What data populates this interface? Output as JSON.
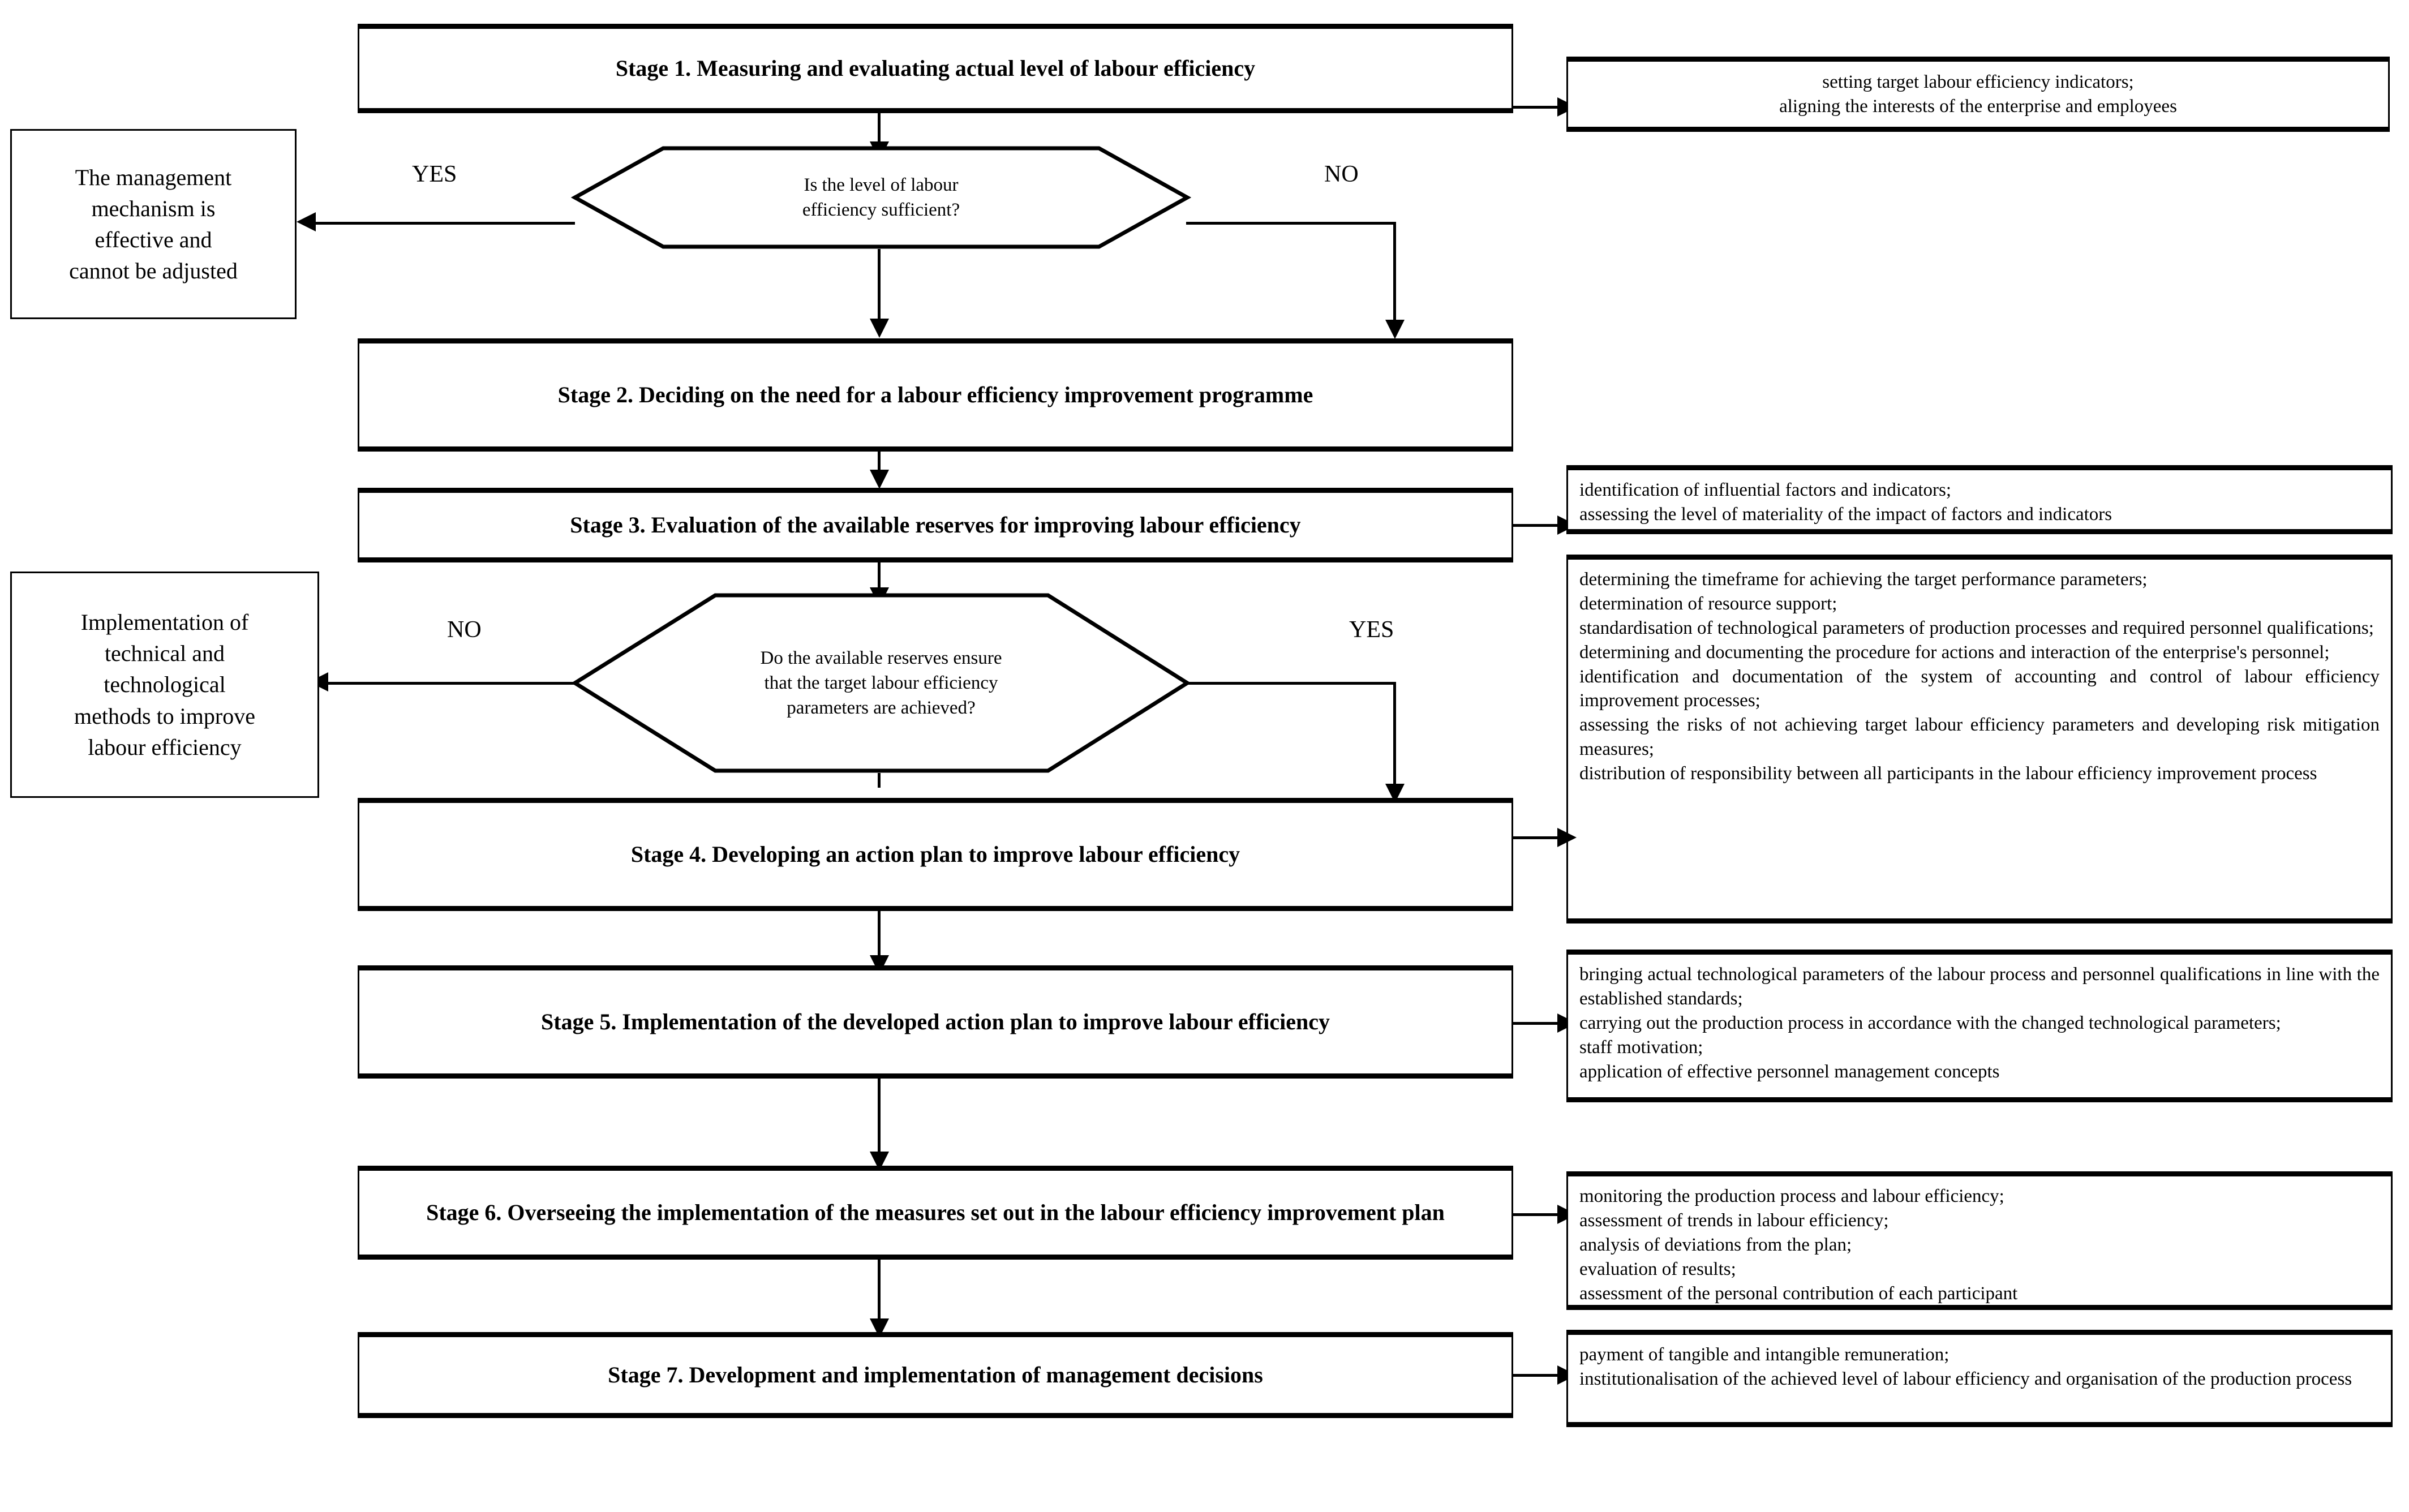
{
  "stages": [
    {
      "id": "stage-1",
      "label": "Stage 1. Measuring and evaluating actual level of labour efficiency"
    },
    {
      "id": "stage-2",
      "label": "Stage 2. Deciding on the need for a labour efficiency improvement programme"
    },
    {
      "id": "stage-3",
      "label": "Stage 3. Evaluation of the available reserves for improving labour efficiency"
    },
    {
      "id": "stage-4",
      "label": "Stage 4. Developing an action plan to improve labour efficiency"
    },
    {
      "id": "stage-5",
      "label": "Stage 5. Implementation of the developed action plan to improve labour efficiency"
    },
    {
      "id": "stage-6",
      "label": "Stage 6. Overseeing the implementation of the measures set out in the labour efficiency improvement plan"
    },
    {
      "id": "stage-7",
      "label": "Stage 7. Development and implementation of management decisions"
    }
  ],
  "decisions": [
    {
      "id": "decision-1",
      "line1": "Is the level of labour",
      "line2": "efficiency sufficient?",
      "line3": "",
      "yes_label": "YES",
      "no_label": "NO"
    },
    {
      "id": "decision-2",
      "line1": "Do the available reserves ensure",
      "line2": "that the target labour efficiency",
      "line3": "parameters are achieved?",
      "yes_label": "YES",
      "no_label": "NO"
    }
  ],
  "side_outcomes": [
    {
      "id": "outcome-effective",
      "line1": "The management",
      "line2": "mechanism is",
      "line3": "effective and",
      "line4": "cannot be adjusted"
    },
    {
      "id": "outcome-implementation",
      "line1": "Implementation of",
      "line2": "technical and",
      "line3": "technological",
      "line4": "methods to improve",
      "line5": "labour efficiency"
    }
  ],
  "notes": [
    {
      "id": "note-stage-1",
      "align": "center",
      "lines": [
        "setting target labour efficiency indicators;",
        "aligning the interests of the enterprise and employees"
      ]
    },
    {
      "id": "note-stage-3",
      "align": "left",
      "lines": [
        "identification of influential factors and indicators;",
        " assessing the level of materiality of the impact of factors and indicators"
      ]
    },
    {
      "id": "note-stage-4",
      "align": "justify",
      "lines": [
        "determining the timeframe for achieving the target performance parameters;",
        "determination of resource support;",
        "standardisation of technological parameters of production processes and required personnel qualifications;",
        "determining and documenting the procedure for actions and interaction of the enterprise's personnel;",
        "identification and documentation of the system of accounting and control of labour efficiency improvement processes;",
        "assessing the risks of not achieving target labour efficiency parameters and developing risk mitigation measures;",
        "distribution of responsibility between all participants in the labour efficiency improvement process"
      ]
    },
    {
      "id": "note-stage-5",
      "align": "justify",
      "lines": [
        "bringing actual technological parameters of the labour process and personnel qualifications in line with the established standards;",
        "carrying out the production process in accordance with the changed technological parameters;",
        "staff motivation;",
        "application of effective personnel management concepts"
      ]
    },
    {
      "id": "note-stage-6",
      "align": "left",
      "lines": [
        "monitoring the production process and labour efficiency;",
        "assessment of trends in labour efficiency;",
        "analysis of deviations from the plan;",
        "evaluation of results;",
        "assessment of the personal contribution of each participant"
      ]
    },
    {
      "id": "note-stage-7",
      "align": "left",
      "lines": [
        "payment of tangible and intangible remuneration;",
        "institutionalisation of the achieved level of labour efficiency and organisation of the production process"
      ]
    }
  ],
  "colors": {
    "stroke": "#000000",
    "background": "#ffffff"
  }
}
